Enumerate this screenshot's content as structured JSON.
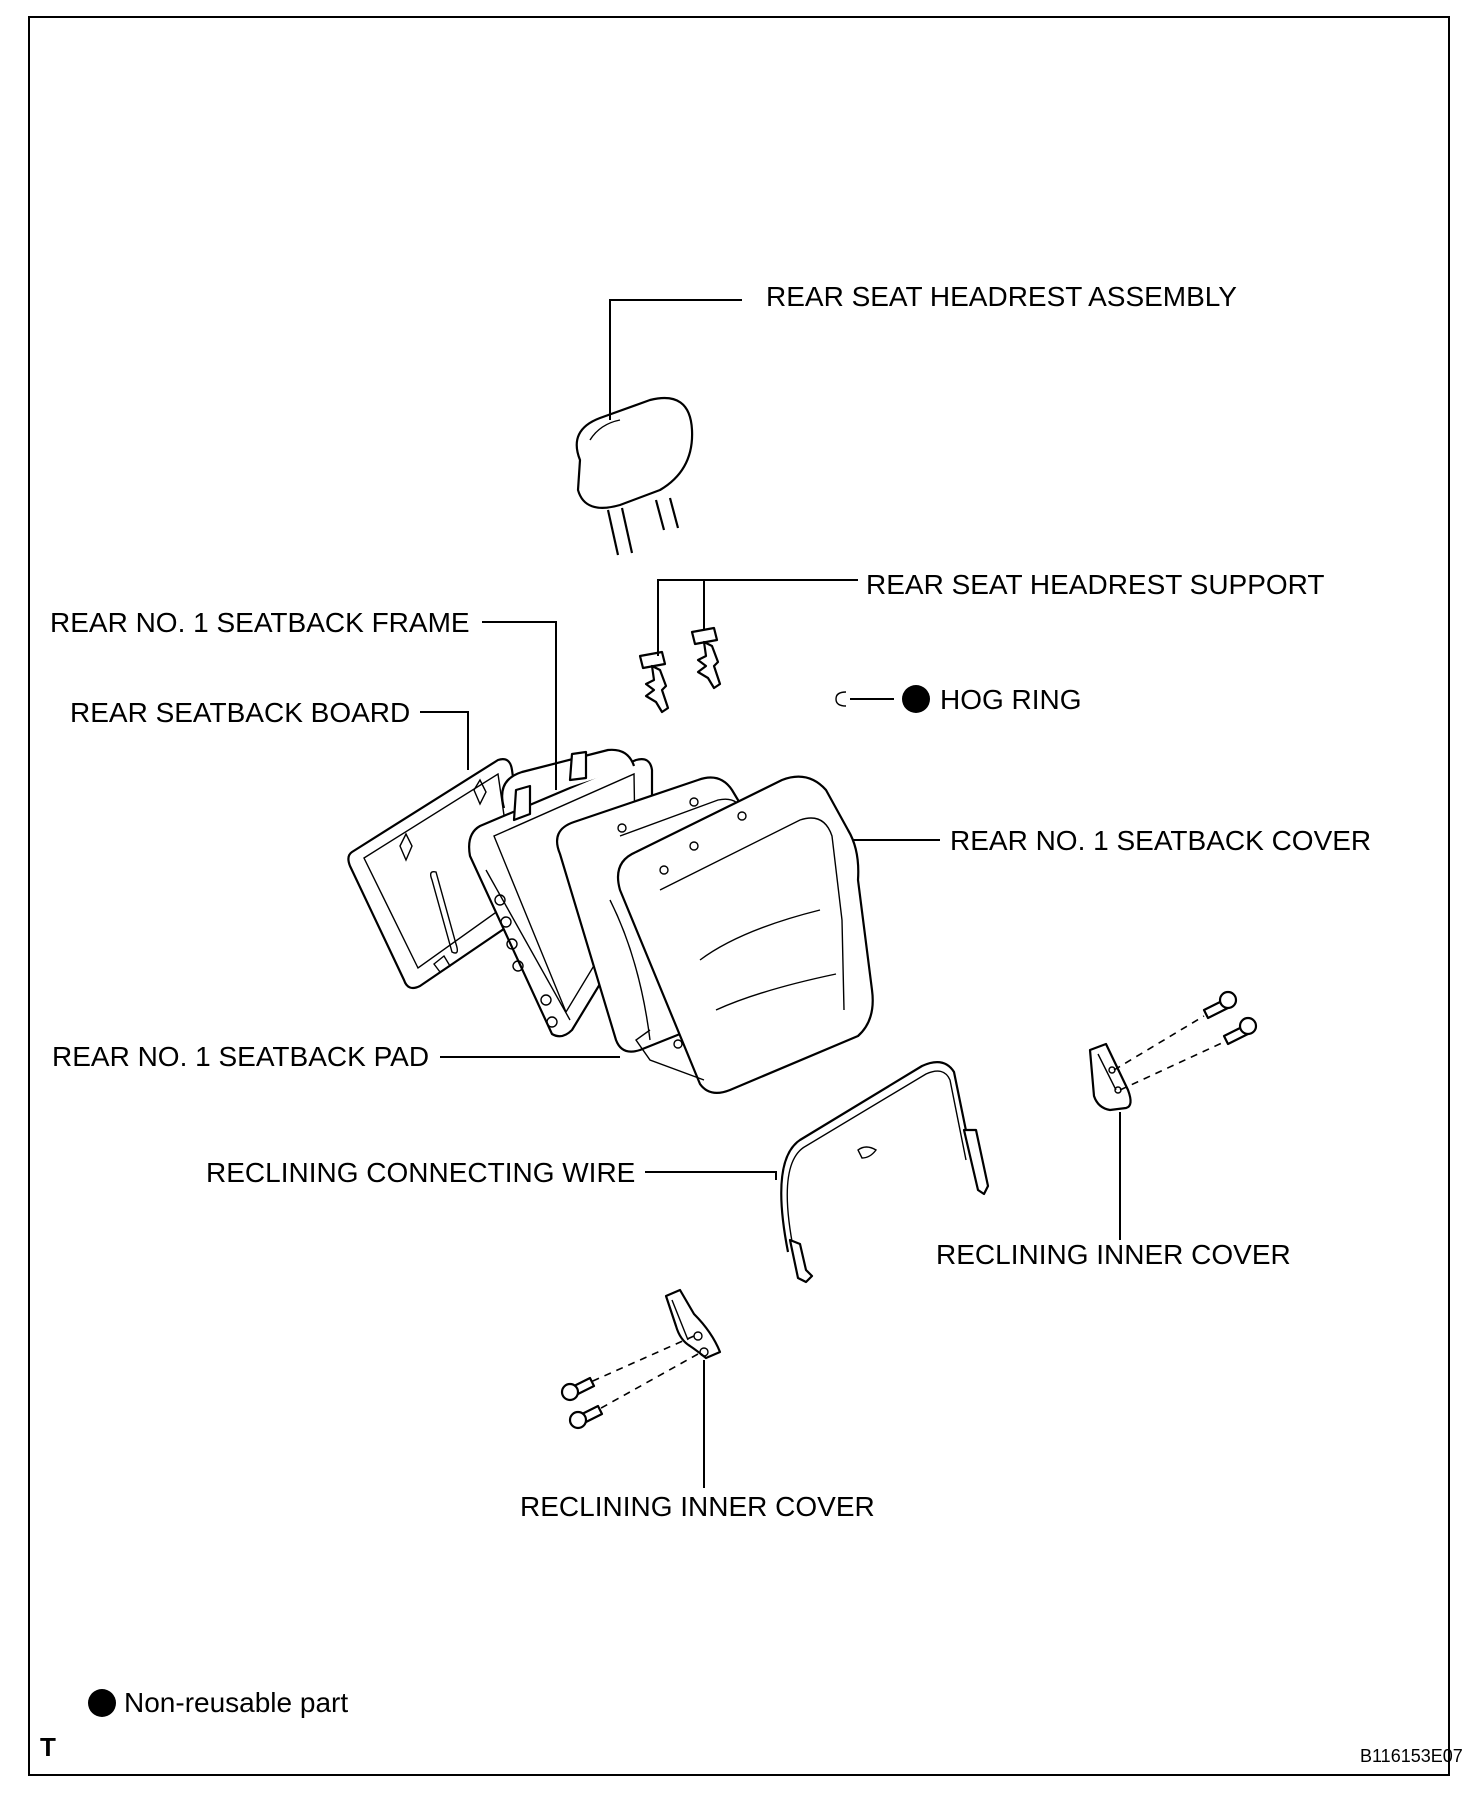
{
  "labels": {
    "headrest_assembly": "REAR SEAT HEADREST ASSEMBLY",
    "headrest_support": "REAR SEAT HEADREST SUPPORT",
    "seatback_frame": "REAR NO. 1 SEATBACK FRAME",
    "hog_ring": "HOG RING",
    "seatback_board": "REAR SEATBACK BOARD",
    "seatback_cover": "REAR NO. 1 SEATBACK COVER",
    "seatback_pad": "REAR NO. 1 SEATBACK PAD",
    "connecting_wire": "RECLINING CONNECTING WIRE",
    "inner_cover_right": "RECLINING INNER COVER",
    "inner_cover_left": "RECLINING INNER COVER"
  },
  "legend": {
    "non_reusable": "Non-reusable part",
    "symbol": "filled-circle"
  },
  "footer": {
    "corner_mark": "T",
    "figure_id": "B116153E07"
  }
}
